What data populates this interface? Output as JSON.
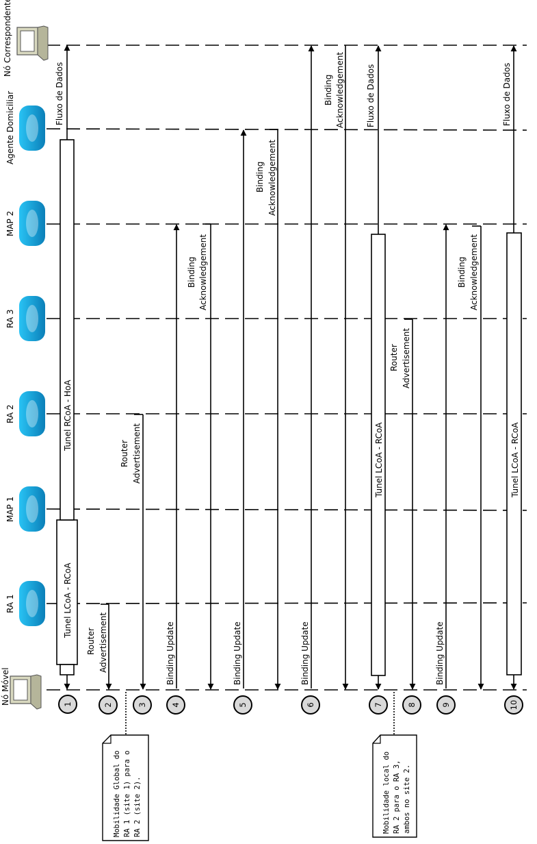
{
  "nodes": {
    "movel": "Nó Móvel",
    "ra1": "RA 1",
    "map1": "MAP 1",
    "ra2": "RA 2",
    "ra3": "RA 3",
    "map2": "MAP 2",
    "agente": "Agente Domiciliar",
    "correspondente": "Nó Correspondente"
  },
  "labels": {
    "tunel_lcoa_rcoa": "Tunel LCoA - RCoA",
    "tunel_rcoa_hoa": "Tunel RCoA - HoA",
    "fluxo_dados": "Fluxo de Dados",
    "router": "Router",
    "advertisement": "Advertisement",
    "binding": "Binding",
    "acknowledgement": "Acknowledgement",
    "binding_update": "Binding Update"
  },
  "steps": [
    "1",
    "2",
    "3",
    "4",
    "5",
    "6",
    "7",
    "8",
    "9",
    "10"
  ],
  "notes": {
    "global": [
      "Mobilidade Global do",
      "RA 1 (site 1) para o",
      "RA 2 (site 2)."
    ],
    "local": [
      "Mobilidade local do",
      "RA 2 para o RA 3,",
      "ambos no site 2."
    ]
  },
  "colors": {
    "router_light": "#29c3f4",
    "router_dark": "#0b7fb8",
    "step_fill": "#d9d9d9",
    "computer_fill": "#d9d9c0"
  }
}
